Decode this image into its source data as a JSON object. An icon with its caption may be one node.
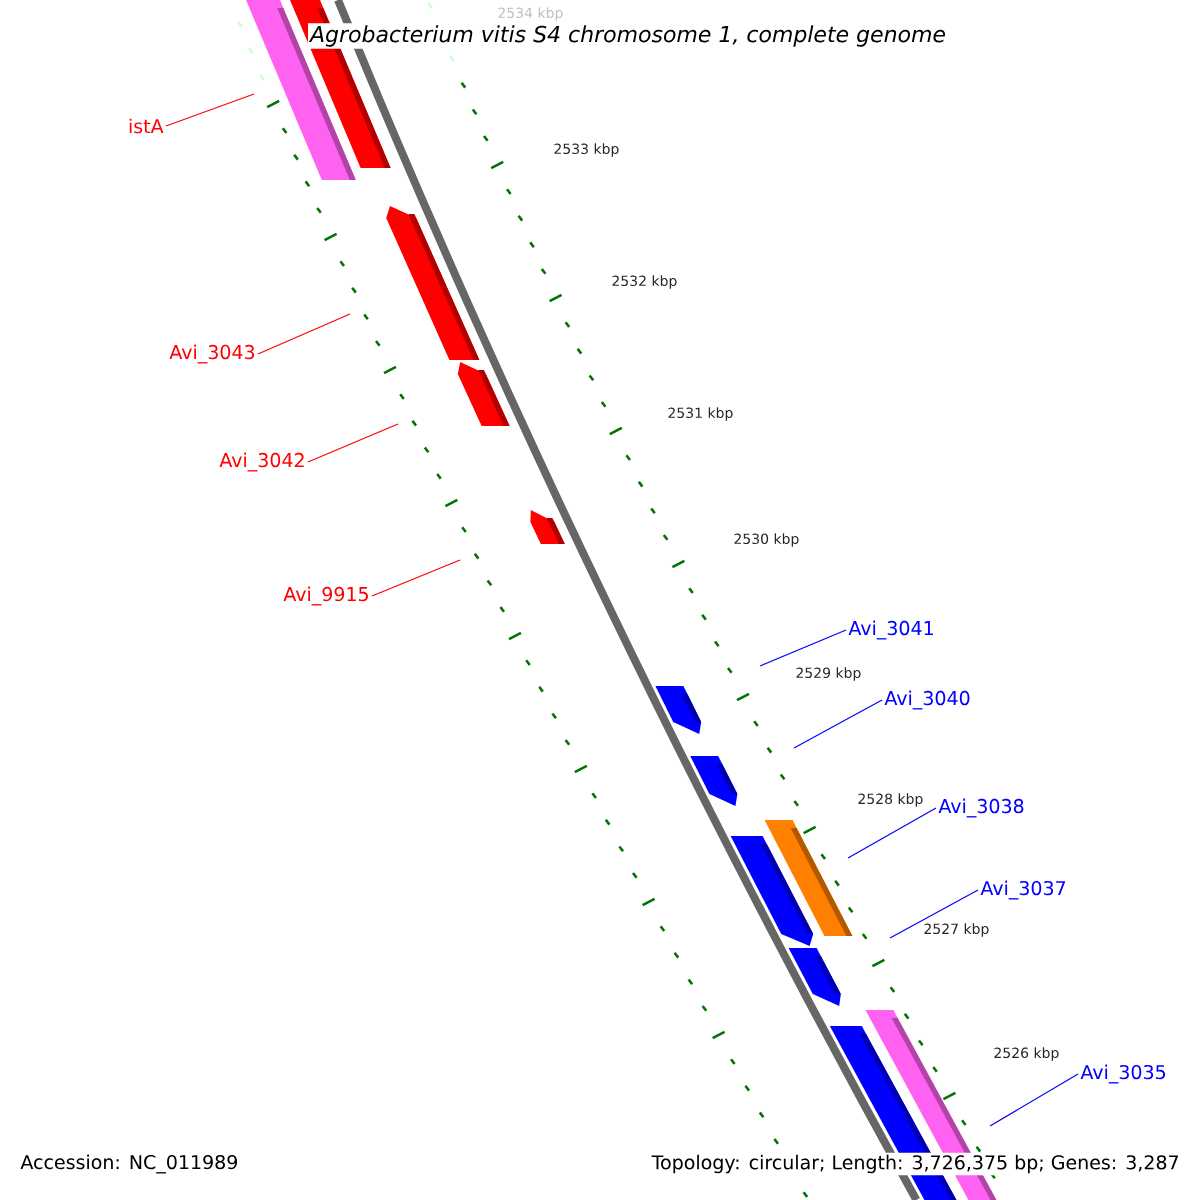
{
  "diagram": {
    "title": "Agrobacterium vitis S4 chromosome 1, complete genome",
    "nodes": [
      {
        "text": [
          "istA"
        ]
      },
      {
        "text": [
          "Avi_3043"
        ]
      },
      {
        "text": [
          "Avi_3042"
        ]
      },
      {
        "text": [
          "Avi_9915"
        ]
      },
      {
        "text": [
          "Avi_3041"
        ]
      },
      {
        "text": [
          "Avi_3040"
        ]
      },
      {
        "text": [
          "Avi_3038"
        ]
      },
      {
        "text": [
          "Avi_3037"
        ]
      },
      {
        "text": [
          "Avi_3035"
        ]
      }
    ],
    "edges": [
      {
        "from": 0,
        "to": null,
        "arrow": "none",
        "color": "#ff0000"
      },
      {
        "from": 1,
        "to": null,
        "arrow": "none",
        "color": "#ff0000"
      },
      {
        "from": 2,
        "to": null,
        "arrow": "none",
        "color": "#ff0000"
      },
      {
        "from": 3,
        "to": null,
        "arrow": "none",
        "color": "#ff0000"
      },
      {
        "from": 4,
        "to": null,
        "arrow": "none"
      },
      {
        "from": 5,
        "to": null,
        "arrow": "none"
      },
      {
        "from": 6,
        "to": null,
        "arrow": "none"
      },
      {
        "from": 7,
        "to": null,
        "arrow": "none"
      },
      {
        "from": 8,
        "to": null,
        "arrow": "none"
      }
    ],
    "labels": [
      "2534 kbp",
      "2533 kbp",
      "2532 kbp",
      "2531 kbp",
      "2530 kbp",
      "2529 kbp",
      "2528 kbp",
      "2527 kbp",
      "2526 kbp",
      "Accession: NC_011989",
      "Topology: circular; Length: 3,726,375 bp; Genes: 3,287"
    ]
  }
}
